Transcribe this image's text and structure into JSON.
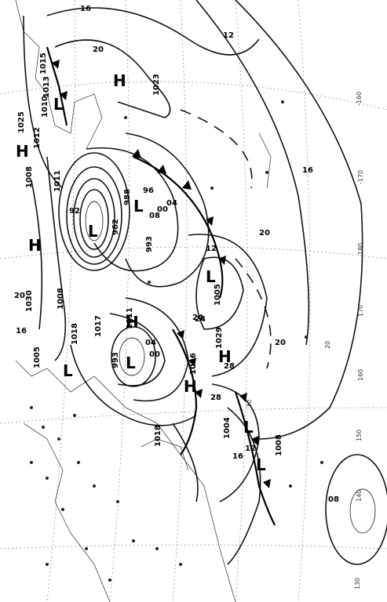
{
  "map": {
    "isobar_labels": [
      {
        "id": "i16a",
        "text": "16"
      },
      {
        "id": "i12a",
        "text": "12"
      },
      {
        "id": "i20a",
        "text": "20"
      },
      {
        "id": "i1023",
        "text": "1023"
      },
      {
        "id": "i1011",
        "text": "1011"
      },
      {
        "id": "i1008a",
        "text": "1008"
      },
      {
        "id": "i1010",
        "text": "1010"
      },
      {
        "id": "i1012",
        "text": "1012"
      },
      {
        "id": "i1013",
        "text": "1013"
      },
      {
        "id": "i1015",
        "text": "1015"
      },
      {
        "id": "i1025",
        "text": "1025"
      },
      {
        "id": "i962",
        "text": "962"
      },
      {
        "id": "i988",
        "text": "988"
      },
      {
        "id": "i993a",
        "text": "993"
      },
      {
        "id": "i993b",
        "text": "993"
      },
      {
        "id": "i1005a",
        "text": "1005"
      },
      {
        "id": "i1005b",
        "text": "1005"
      },
      {
        "id": "i1008b",
        "text": "1008"
      },
      {
        "id": "i1017",
        "text": "1017"
      },
      {
        "id": "i1018a",
        "text": "1018"
      },
      {
        "id": "i1018b",
        "text": "1018"
      },
      {
        "id": "i1026",
        "text": "1026"
      },
      {
        "id": "i1029",
        "text": "1029"
      },
      {
        "id": "i1030",
        "text": "1030"
      },
      {
        "id": "i1004",
        "text": "1004"
      },
      {
        "id": "i1008c",
        "text": "1008"
      },
      {
        "id": "i1011b",
        "text": "1011"
      },
      {
        "id": "i24a",
        "text": "24"
      },
      {
        "id": "i28a",
        "text": "28"
      },
      {
        "id": "i20b",
        "text": "20"
      },
      {
        "id": "i16b",
        "text": "16"
      },
      {
        "id": "i12b",
        "text": "12"
      },
      {
        "id": "i08a",
        "text": "08"
      },
      {
        "id": "i04a",
        "text": "04"
      },
      {
        "id": "i00a",
        "text": "00"
      },
      {
        "id": "i96a",
        "text": "96"
      },
      {
        "id": "i92a",
        "text": "92"
      },
      {
        "id": "i20c",
        "text": "20"
      },
      {
        "id": "i16c",
        "text": "16"
      },
      {
        "id": "i24b",
        "text": "24"
      },
      {
        "id": "i28b",
        "text": "28"
      },
      {
        "id": "i20d",
        "text": "20"
      },
      {
        "id": "i16d",
        "text": "16"
      },
      {
        "id": "i12c",
        "text": "12"
      },
      {
        "id": "i08b",
        "text": "08"
      },
      {
        "id": "i04b",
        "text": "04"
      },
      {
        "id": "i00b",
        "text": "00"
      }
    ],
    "pressure_centers": [
      {
        "id": "h1",
        "text": "H"
      },
      {
        "id": "h2",
        "text": "H"
      },
      {
        "id": "h3",
        "text": "H"
      },
      {
        "id": "h4",
        "text": "H"
      },
      {
        "id": "h5",
        "text": "H"
      },
      {
        "id": "h6",
        "text": "H"
      },
      {
        "id": "l1",
        "text": "L"
      },
      {
        "id": "l2",
        "text": "L"
      },
      {
        "id": "l3",
        "text": "L"
      },
      {
        "id": "l4",
        "text": "L"
      },
      {
        "id": "l5",
        "text": "L"
      },
      {
        "id": "l6",
        "text": "L"
      },
      {
        "id": "l7",
        "text": "L"
      },
      {
        "id": "l8",
        "text": "L"
      }
    ],
    "longitude_labels": [
      {
        "id": "lon160w",
        "text": "-160"
      },
      {
        "id": "lon170w",
        "text": "-170"
      },
      {
        "id": "lon180",
        "text": "180"
      },
      {
        "id": "lon170",
        "text": "170"
      },
      {
        "id": "lon160",
        "text": "160"
      },
      {
        "id": "lon150",
        "text": "150"
      },
      {
        "id": "lon140",
        "text": "140"
      },
      {
        "id": "lon130",
        "text": "130"
      }
    ],
    "latitude_labels": [
      {
        "id": "lat20",
        "text": "20"
      },
      {
        "id": "lat30",
        "text": "30"
      }
    ],
    "colors": {
      "ink": "#000000",
      "paper": "#ffffff",
      "grid": "#777777"
    }
  }
}
